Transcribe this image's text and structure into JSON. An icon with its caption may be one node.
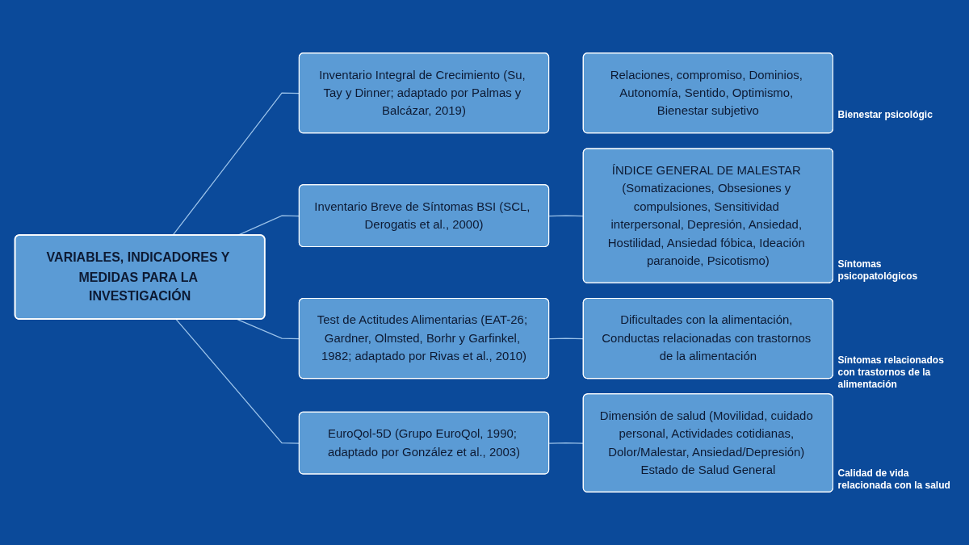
{
  "diagram": {
    "nodes": [
      {
        "text": [
          "VARIABLES, INDICADORES Y MEDIDAS PARA LA INVESTIGACIÓN"
        ]
      },
      {
        "text": [
          "Inventario Integral de Crecimiento (Su, Tay y Dinner; adaptado por Palmas y Balcázar, 2019)"
        ]
      },
      {
        "text": [
          "Inventario Breve de Síntomas BSI (SCL, Derogatis et al., 2000)"
        ]
      },
      {
        "text": [
          "Test de Actitudes Alimentarias (EAT-26; Gardner, Olmsted, Borhr y Garfinkel, 1982; adaptado por Rivas et al., 2010)"
        ]
      },
      {
        "text": [
          "EuroQol-5D (Grupo EuroQol, 1990; adaptado por González et al., 2003)"
        ]
      },
      {
        "text": [
          "Relaciones, compromiso, Dominios, Autonomía, Sentido, Optimismo, Bienestar subjetivo"
        ],
        "beside": [
          "Bienestar psicológic"
        ]
      },
      {
        "text": [
          "ÍNDICE GENERAL DE MALESTAR (Somatizaciones, Obsesiones y compulsiones, Sensitividad interpersonal, Depresión, Ansiedad, Hostilidad, Ansiedad fóbica, Ideación paranoide, Psicotismo)"
        ],
        "beside": [
          "Síntomas psicopatológicos"
        ]
      },
      {
        "text": [
          "Dificultades con la alimentación, Conductas relacionadas con trastornos de la alimentación"
        ],
        "beside": [
          "Síntomas relacionados con trastornos de la alimentación"
        ]
      },
      {
        "text": [
          "Dimensión de salud (Movilidad, cuidado personal, Actividades cotidianas, Dolor/Malestar, Ansiedad/Depresión) Estado de Salud General"
        ],
        "beside": [
          "Calidad de vida relacionada con la salud"
        ]
      }
    ],
    "edges": [
      {
        "from": 0,
        "to": 1,
        "arrow": "none"
      },
      {
        "from": 0,
        "to": 2,
        "arrow": "none"
      },
      {
        "from": 0,
        "to": 3,
        "arrow": "none"
      },
      {
        "from": 0,
        "to": 4,
        "arrow": "none"
      },
      {
        "from": 2,
        "to": 6,
        "arrow": "none"
      },
      {
        "from": 3,
        "to": 7,
        "arrow": "none"
      },
      {
        "from": 4,
        "to": 8,
        "arrow": "none"
      }
    ]
  }
}
